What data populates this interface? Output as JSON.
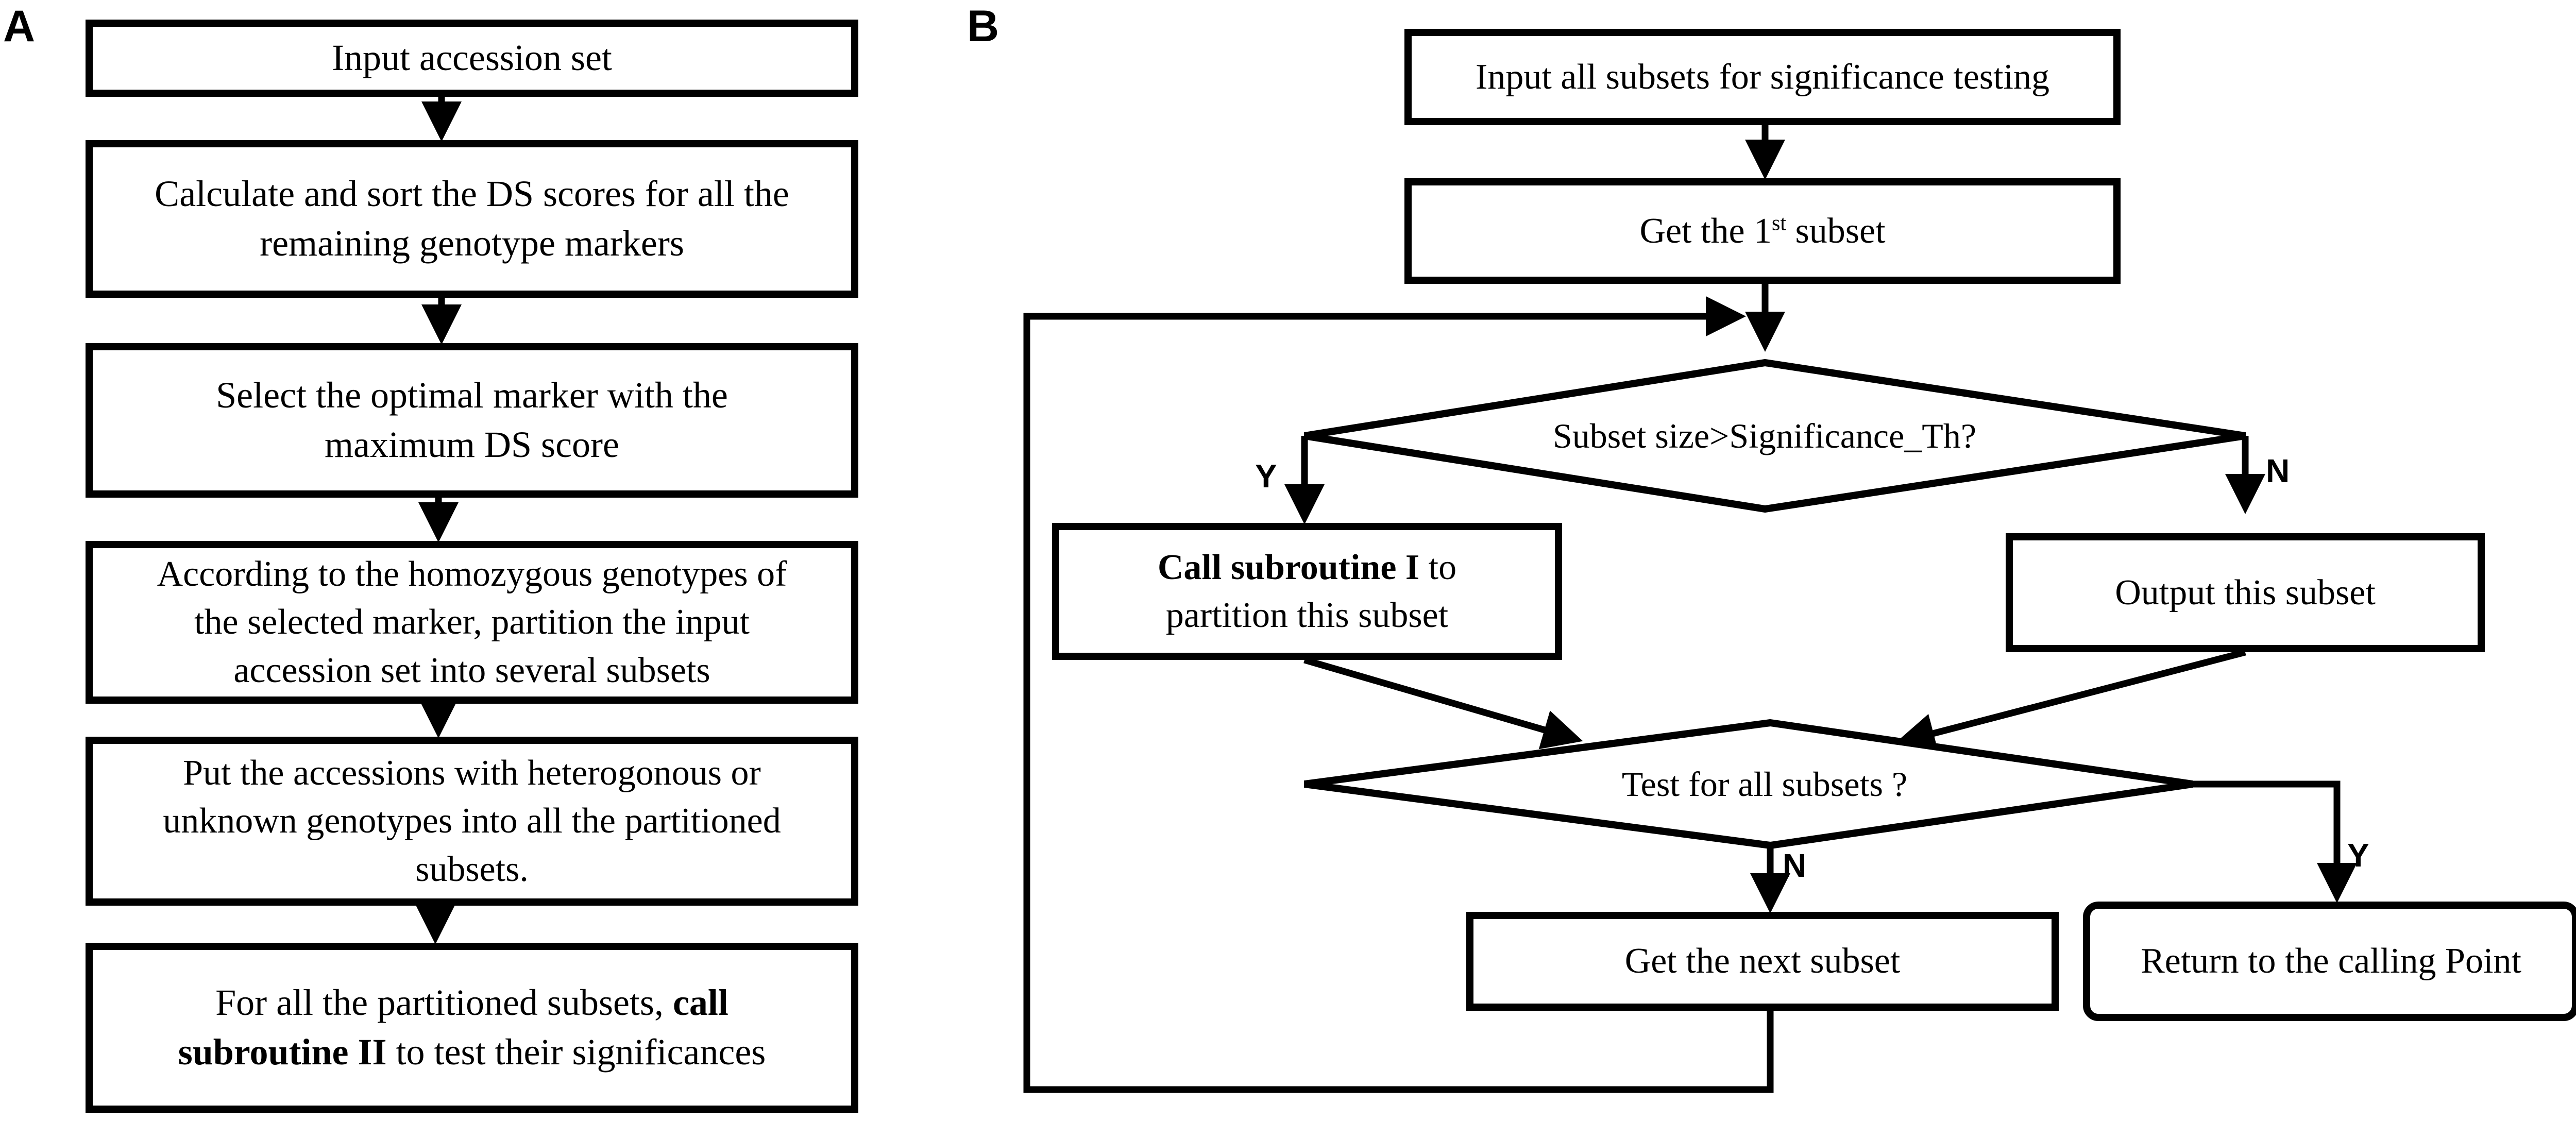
{
  "panel_a": {
    "label": "A",
    "boxes": {
      "b1": "Input accession set",
      "b2_l1": "Calculate and sort the DS scores for all the",
      "b2_l2": "remaining genotype markers",
      "b3_l1": "Select the optimal marker with the",
      "b3_l2": "maximum DS score",
      "b4_l1": "According to the homozygous genotypes of",
      "b4_l2": "the selected marker, partition the input",
      "b4_l3": "accession set into several subsets",
      "b5_l1": "Put the accessions with heterogonous or",
      "b5_l2": "unknown genotypes into all the partitioned",
      "b5_l3": "subsets.",
      "b6_l1_a": "For all the partitioned subsets, ",
      "b6_l1_b": "call",
      "b6_l2_a": "subroutine II",
      "b6_l2_b": " to test their significances"
    }
  },
  "panel_b": {
    "label": "B",
    "boxes": {
      "input": "Input all subsets for significance testing",
      "get_first_a": "Get the 1",
      "get_first_sup": "st",
      "get_first_b": " subset",
      "call_l1_a": "Call subroutine I",
      "call_l1_b": " to",
      "call_l2": "partition this subset",
      "output": "Output this subset",
      "next": "Get the next subset",
      "return": "Return to the calling Point"
    },
    "decisions": {
      "size_check": "Subset size>Significance_Th?",
      "all_tested": "Test for all subsets ?"
    },
    "branch_labels": {
      "size_yes": "Y",
      "size_no": "N",
      "all_no": "N",
      "all_yes": "Y"
    }
  }
}
